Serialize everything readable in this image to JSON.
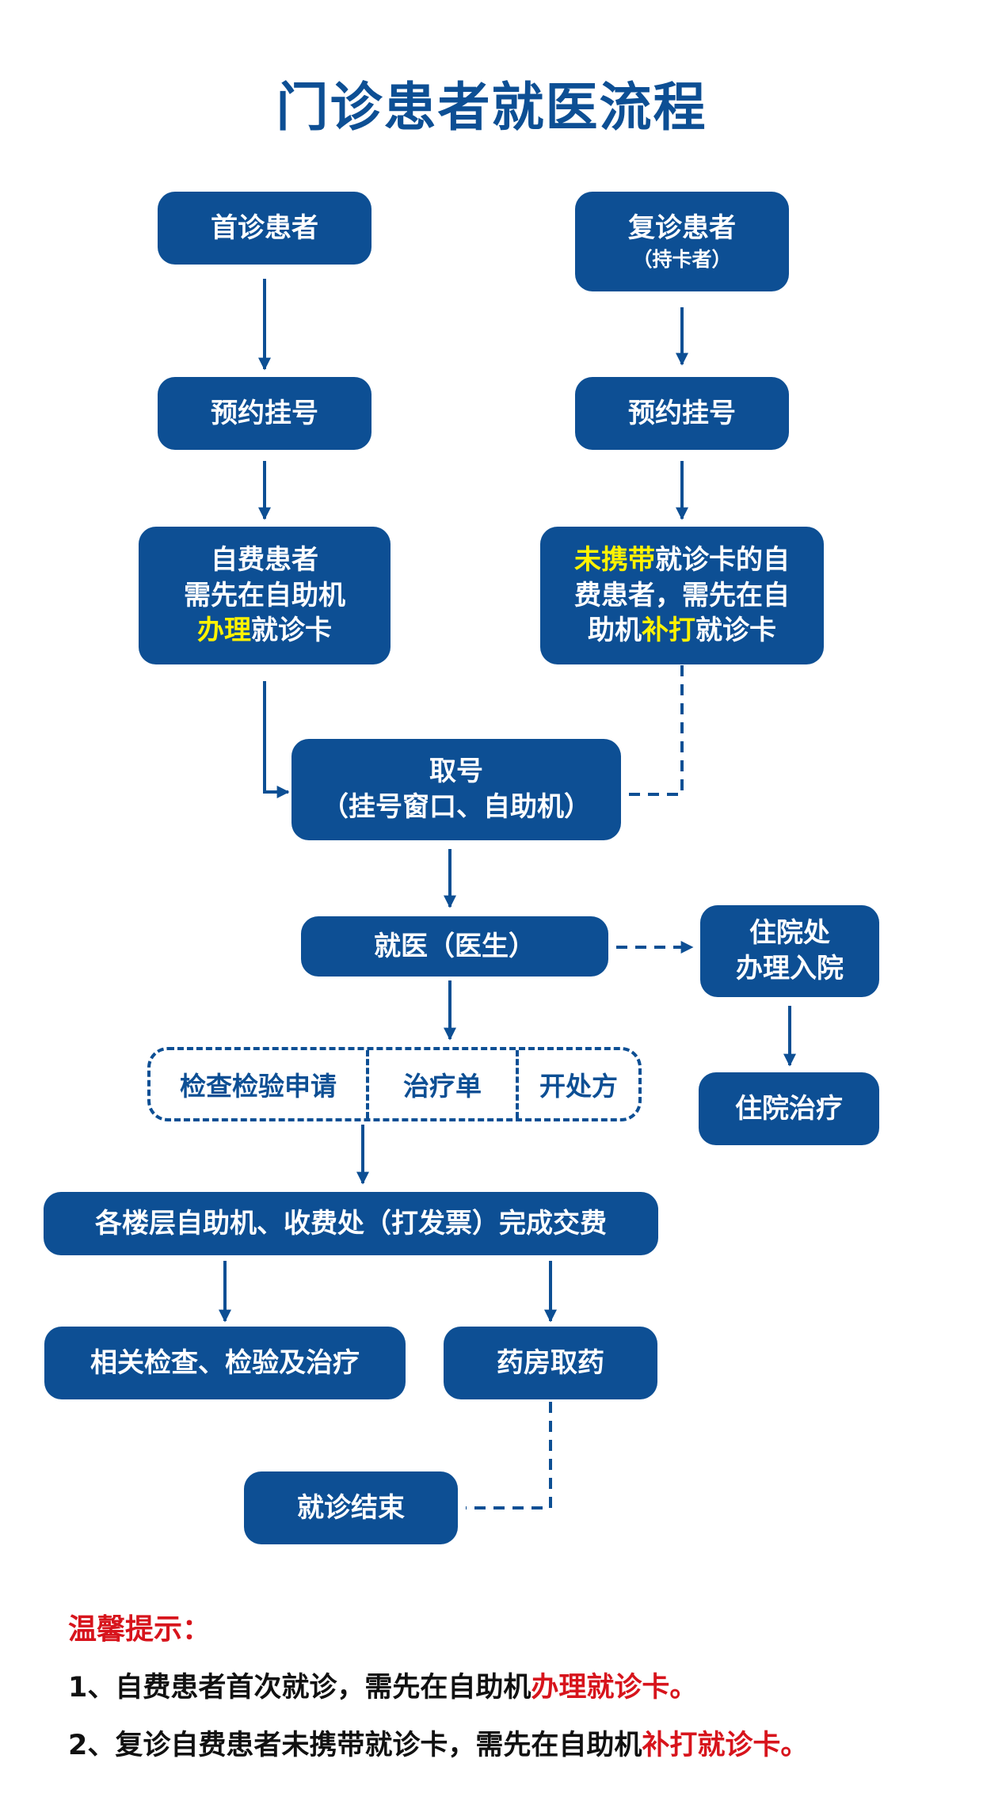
{
  "title": "门诊患者就医流程",
  "nodes": {
    "first_visit": "首诊患者",
    "return_visit": "复诊患者",
    "return_visit_sub": "（持卡者）",
    "reserve_left": "预约挂号",
    "reserve_right": "预约挂号",
    "selfpay_new": {
      "line1": "自费患者",
      "line2": "需先在自助机",
      "hl": "办理",
      "rest": "就诊卡"
    },
    "selfpay_return": {
      "hl1": "未携带",
      "rest1": "就诊卡的自",
      "line2": "费患者，需先在自",
      "pre3": "助机",
      "hl3": "补打",
      "rest3": "就诊卡"
    },
    "get_number": {
      "line1": "取号",
      "line2": "（挂号窗口、自助机）"
    },
    "see_doctor": "就医（医生）",
    "inpatient_office": {
      "line1": "住院处",
      "line2": "办理入院"
    },
    "inpatient_treatment": "住院治疗",
    "orders": [
      "检查检验申请",
      "治疗单",
      "开处方"
    ],
    "payment": "各楼层自助机、收费处（打发票）完成交费",
    "exam_treatment": "相关检查、检验及治疗",
    "pharmacy": "药房取药",
    "end": "就诊结束"
  },
  "tips": {
    "title": "温馨提示：",
    "tip1_pre": "1、自费患者首次就诊，需先在自助机",
    "tip1_hl": "办理就诊卡。",
    "tip2_pre": "2、复诊自费患者未携带就诊卡，需先在自助机",
    "tip2_hl": "补打就诊卡。"
  },
  "colors": {
    "box": "#0d4f94",
    "highlight": "#fff200",
    "tip_red": "#d7141c"
  }
}
